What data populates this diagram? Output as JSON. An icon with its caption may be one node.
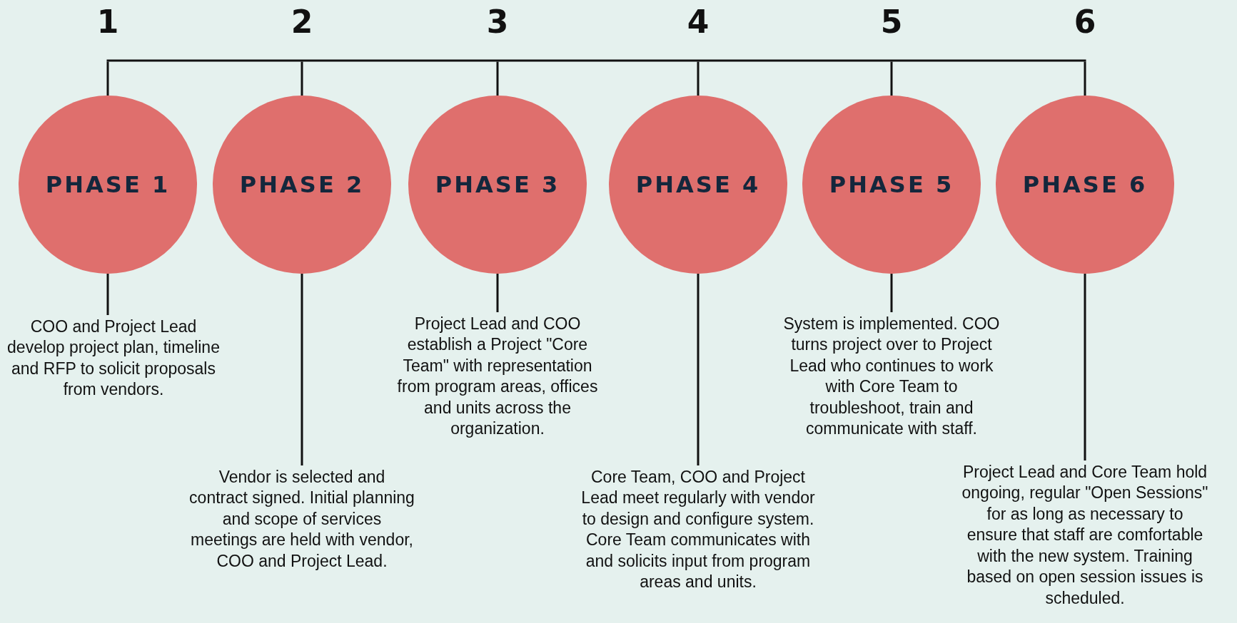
{
  "diagram": {
    "nodes": [
      {
        "text": [
          "PHASE 1"
        ]
      },
      {
        "text": [
          "COO and Project Lead develop project plan, timeline and RFP to solicit proposals from vendors."
        ]
      },
      {
        "text": [
          "PHASE 2"
        ]
      },
      {
        "text": [
          "Vendor is selected and contract signed. Initial planning and scope of services meetings are held with vendor, COO and Project Lead."
        ]
      },
      {
        "text": [
          "PHASE 3"
        ]
      },
      {
        "text": [
          "Project Lead and COO establish a Project \"Core Team\" with representation from program areas, offices and units across the organization."
        ]
      },
      {
        "text": [
          "PHASE 4"
        ]
      },
      {
        "text": [
          "Core Team, COO and Project Lead meet regularly with vendor to design and configure system. Core Team communicates with and solicits input from program areas and units."
        ]
      },
      {
        "text": [
          "PHASE 5"
        ]
      },
      {
        "text": [
          "System is implemented. COO turns project over to Project Lead who continues to work with Core Team to troubleshoot, train and communicate with staff."
        ]
      },
      {
        "text": [
          "PHASE 6"
        ]
      },
      {
        "text": [
          "Project Lead and Core Team hold ongoing, regular \"Open Sessions\" for as long as necessary to ensure that staff are comfortable with the new system. Training based on open session issues is scheduled."
        ]
      },
      {
        "text": [],
        "shape": "bar"
      }
    ],
    "edges": [
      {
        "from": 0,
        "to": 1,
        "arrow": "none"
      },
      {
        "from": 2,
        "to": 3,
        "arrow": "none"
      },
      {
        "from": 4,
        "to": 5,
        "arrow": "none"
      },
      {
        "from": 6,
        "to": 7,
        "arrow": "none"
      },
      {
        "from": 8,
        "to": 9,
        "arrow": "none"
      },
      {
        "from": 10,
        "to": 11,
        "arrow": "none"
      },
      {
        "from": 12,
        "to": 0,
        "arrow": "none"
      },
      {
        "from": 12,
        "to": 2,
        "arrow": "none"
      },
      {
        "from": 12,
        "to": 4,
        "arrow": "none"
      },
      {
        "from": 12,
        "to": 6,
        "arrow": "none"
      },
      {
        "from": 12,
        "to": 8,
        "arrow": "none"
      },
      {
        "from": 12,
        "to": 10,
        "arrow": "none"
      }
    ],
    "labels": [
      "1",
      "2",
      "3",
      "4",
      "5",
      "6"
    ]
  }
}
